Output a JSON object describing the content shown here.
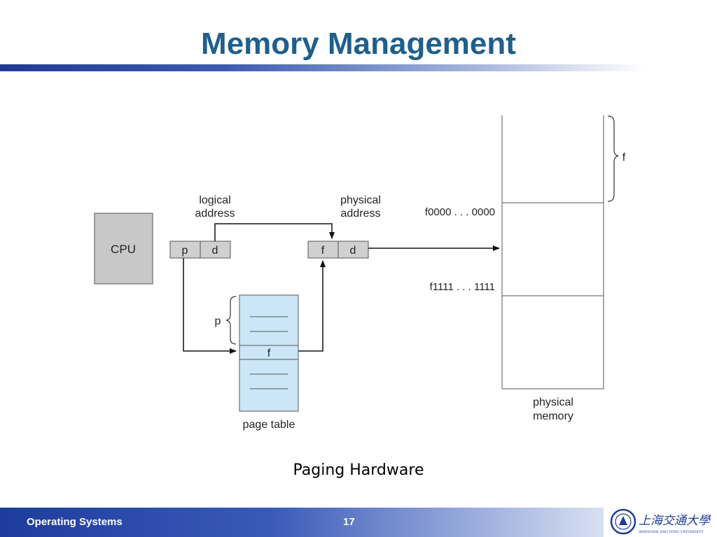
{
  "slide": {
    "title": "Memory Management",
    "caption": "Paging Hardware",
    "footer_label": "Operating Systems",
    "page_number": "17",
    "accent_color": "#1F5F8B"
  },
  "diagram": {
    "cpu_label": "CPU",
    "logical_address_label": [
      "logical",
      "address"
    ],
    "physical_address_label": [
      "physical",
      "address"
    ],
    "logical_fields": [
      "p",
      "d"
    ],
    "physical_fields": [
      "f",
      "d"
    ],
    "page_table_label": "page table",
    "page_table_entry": "f",
    "page_table_index": "p",
    "frame_start": "f0000 . . . 0000",
    "frame_end": "f1111 . . . 1111",
    "frame_brace_label": "f",
    "physical_memory_label": [
      "physical",
      "memory"
    ],
    "colors": {
      "cpu_fill": "#C8C8C8",
      "page_table_fill": "#CBE7F7",
      "register_fill": "#D0D0D0"
    }
  },
  "logo": {
    "chinese_name": "上海交通大學",
    "english_name": "SHANGHAI JIAO TONG UNIVERSITY"
  }
}
